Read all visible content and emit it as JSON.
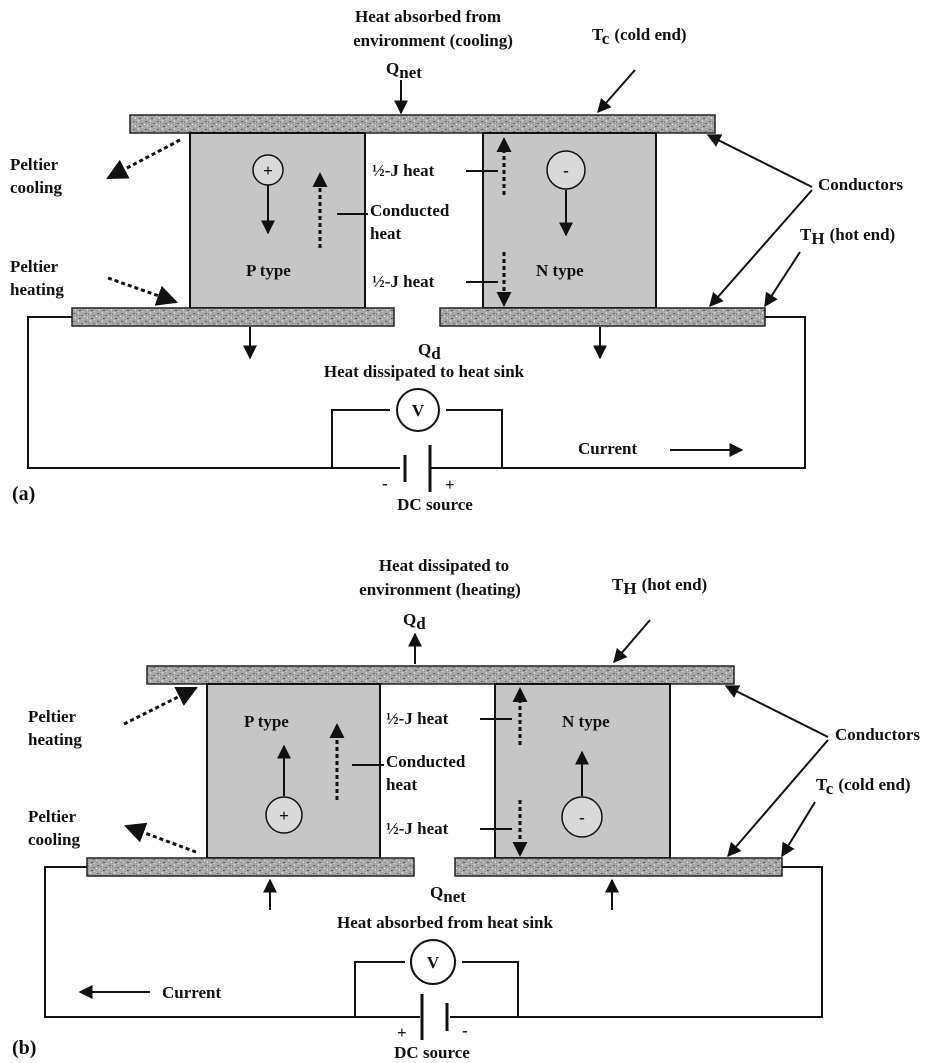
{
  "diagram_a": {
    "panel_label": "(a)",
    "top_label_line1": "Heat absorbed from",
    "top_label_line2": "environment (cooling)",
    "q_top_main": "Q",
    "q_top_sub": "net",
    "top_end_main": "T",
    "top_end_sub": "c",
    "top_end_rest": "(cold end)",
    "conductors": "Conductors",
    "bottom_end_main": "T",
    "bottom_end_sub": "H",
    "bottom_end_rest": "(hot end)",
    "peltier_top_line1": "Peltier",
    "peltier_top_line2": "cooling",
    "peltier_bottom_line1": "Peltier",
    "peltier_bottom_line2": "heating",
    "p_leg": "P type",
    "n_leg": "N type",
    "p_carrier": "+",
    "n_carrier": "-",
    "joule_top": "½-J heat",
    "joule_bottom": "½-J heat",
    "conducted_line1": "Conducted",
    "conducted_line2": "heat",
    "q_bottom_main": "Q",
    "q_bottom_sub": "d",
    "bottom_label": "Heat dissipated to  heat sink",
    "voltmeter": "V",
    "battery_left": "-",
    "battery_right": "+",
    "source": "DC source",
    "current": "Current"
  },
  "diagram_b": {
    "panel_label": "(b)",
    "top_label_line1": "Heat dissipated to",
    "top_label_line2": "environment (heating)",
    "q_top_main": "Q",
    "q_top_sub": "d",
    "top_end_main": "T",
    "top_end_sub": "H",
    "top_end_rest": "(hot end)",
    "conductors": "Conductors",
    "bottom_end_main": "T",
    "bottom_end_sub": "c",
    "bottom_end_rest": "(cold end)",
    "peltier_top_line1": "Peltier",
    "peltier_top_line2": "heating",
    "peltier_bottom_line1": "Peltier",
    "peltier_bottom_line2": "cooling",
    "p_leg": "P type",
    "n_leg": "N type",
    "p_carrier": "+",
    "n_carrier": "-",
    "joule_top": "½-J heat",
    "joule_bottom": "½-J heat",
    "conducted_line1": "Conducted",
    "conducted_line2": "heat",
    "q_bottom_main": "Q",
    "q_bottom_sub": "net",
    "bottom_label": "Heat absorbed from heat sink",
    "voltmeter": "V",
    "battery_left": "+",
    "battery_right": "-",
    "source": "DC source",
    "current": "Current"
  }
}
